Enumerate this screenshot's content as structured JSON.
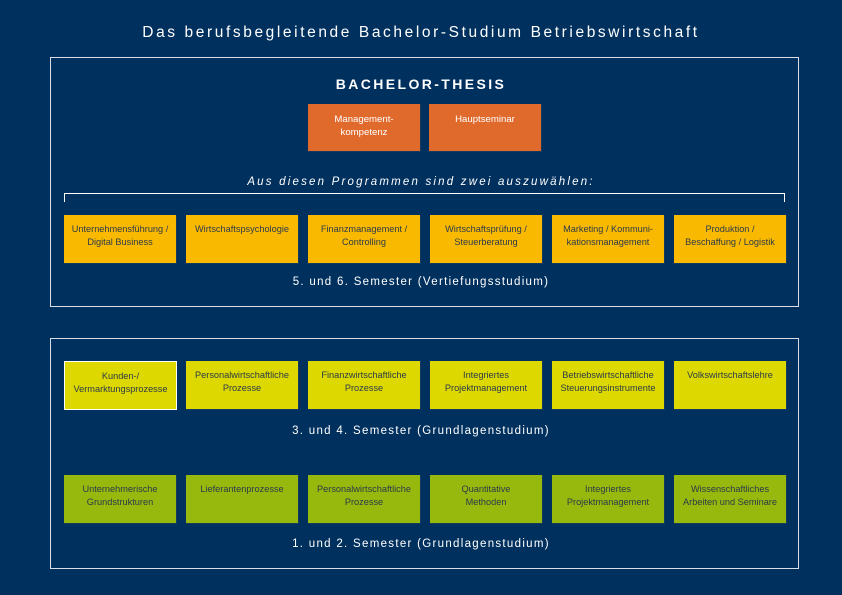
{
  "title": "Das berufsbegleitende Bachelor-Studium Betriebswirtschaft",
  "colors": {
    "background": "#00305e",
    "thesis": "#e06a2c",
    "electives": "#f9b900",
    "semester_3_4": "#dcd800",
    "semester_1_2": "#97b90d"
  },
  "vertiefung": {
    "thesis_title": "BACHELOR-THESIS",
    "thesis_modules": [
      "Management-\nkompetenz",
      "Hauptseminar"
    ],
    "instruction": "Aus diesen Programmen sind zwei auszuwählen:",
    "programs": [
      "Unternehmensführung /\nDigital Business",
      "Wirtschaftspsychologie",
      "Finanzmanagement /\nControlling",
      "Wirtschaftsprüfung /\nSteuerberatung",
      "Marketing / Kommuni-\nkationsmanagement",
      "Produktion /\nBeschaffung / Logistik"
    ],
    "label": "5. und 6. Semester (Vertiefungsstudium)"
  },
  "grundlagen_3_4": {
    "modules": [
      "Kunden-/\nVermarktungsprozesse",
      "Personalwirtschaftliche\nProzesse",
      "Finanzwirtschaftliche\nProzesse",
      "Integriertes\nProjektmanagement",
      "Betriebswirtschaftliche\nSteuerungsinstrumente",
      "Volkswirtschaftslehre"
    ],
    "label": "3. und 4. Semester (Grundlagenstudium)"
  },
  "grundlagen_1_2": {
    "modules": [
      "Unternehmerische\nGrundstrukturen",
      "Lieferantenprozesse",
      "Personalwirtschaftliche\nProzesse",
      "Quantitative\nMethoden",
      "Integriertes\nProjektmanagement",
      "Wissenschaftliches\nArbeiten und Seminare"
    ],
    "label": "1. und 2. Semester (Grundlagenstudium)"
  }
}
